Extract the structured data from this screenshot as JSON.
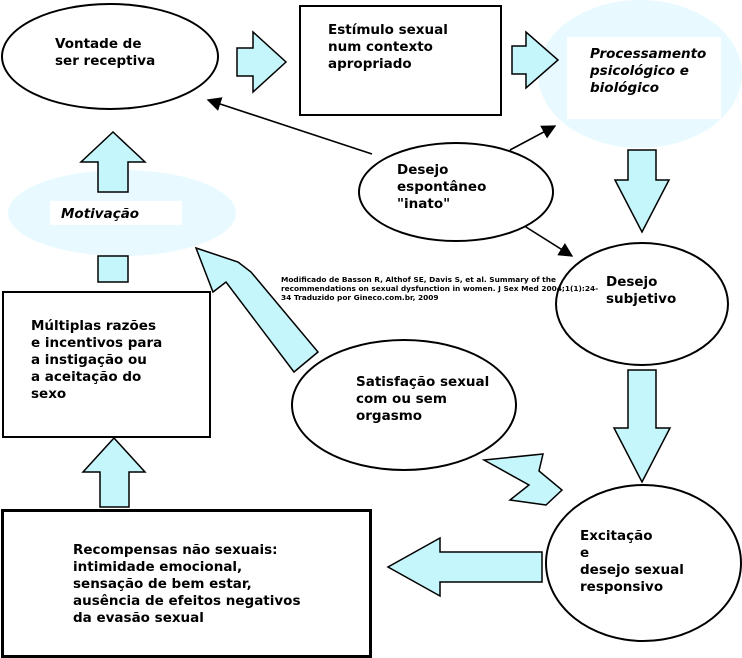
{
  "diagram": {
    "nodes": {
      "vontade": "Vontade de\nser receptiva",
      "estimulo": "Estímulo sexual\nnum contexto\napropriado",
      "processamento": "Processamento\npsicológico e\nbiológico",
      "desejo_espontaneo": "Desejo\nespontâneo\n\"inato\"",
      "motivacao": "Motivação",
      "desejo_subjetivo": "Desejo\nsubjetivo",
      "multiplas": "Múltiplas razões\ne incentivos para\na instigação ou\na aceitação do\nsexo",
      "satisfacao": "Satisfação sexual\ncom ou sem\norgasmo",
      "excitacao": "Excitação\ne\ndesejo sexual\nresponsivo",
      "recompensas": "Recompensas não sexuais:\nintimidade emocional,\nsensação de bem estar,\nausência de efeitos negativos\nda evasão sexual"
    },
    "source_note": "Modificado de Basson R, Althof SE, Davis S, et al. Summary of the recommendations on sexual dysfunction in women. J Sex Med 2004;1(1):24-34 Traduzido por Gineco.com.br, 2009",
    "colors": {
      "arrow_fill": "#c5f6fb",
      "glow": "#e8faff",
      "outline": "#000000"
    }
  }
}
